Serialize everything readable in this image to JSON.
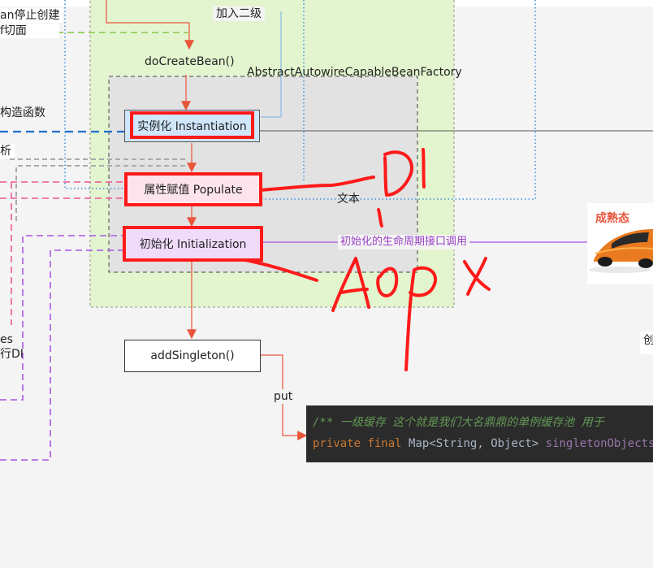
{
  "diagram": {
    "left_labels": {
      "bean_stop_create": "an停止创建",
      "aspect": "f切面",
      "constructor": "构造函数",
      "parse": "析",
      "es": "es",
      "do_di": "行DI"
    },
    "add_level2": "加入二级",
    "do_create_bean": "doCreateBean()",
    "factory_name": "AbstractAutowireCapableBeanFactory",
    "steps": {
      "instantiation": "实例化 Instantiation",
      "populate": "属性赋值 Populate",
      "initialization": "初始化 Initialization"
    },
    "text_node": "文本",
    "lifecycle_label": "初始化的生命周期接口调用",
    "mature_state": "成熟态",
    "create_partial": "创",
    "add_singleton": "addSingleton()",
    "put_label": "put",
    "code": {
      "comment": "/** 一级缓存 这个就是我们大名鼎鼎的单例缓存池 用于",
      "kw_private": "private",
      "kw_final": "final",
      "type": "Map<String, Object>",
      "field": "singletonObjects"
    },
    "handwriting": [
      "DI",
      "AOP"
    ]
  }
}
